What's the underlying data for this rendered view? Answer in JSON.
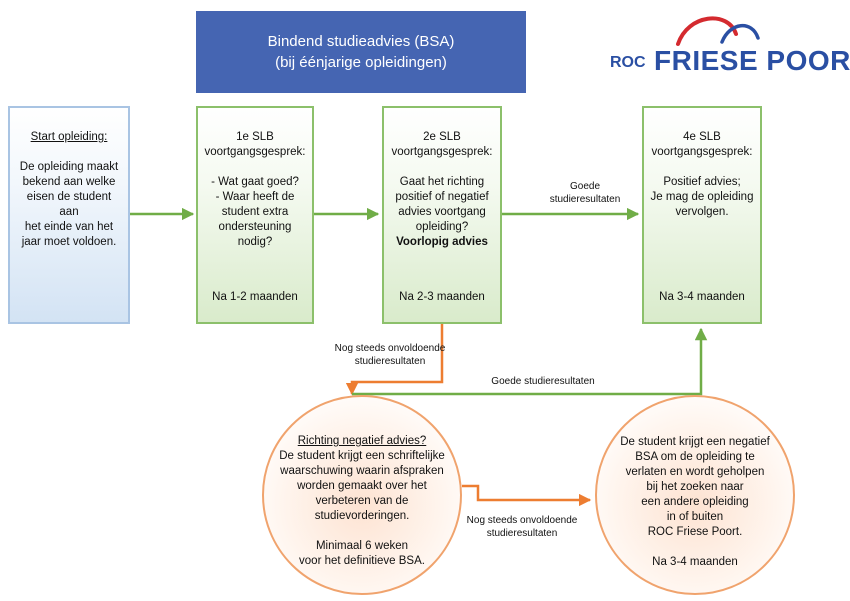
{
  "title": {
    "line1": "Bindend studieadvies (BSA)",
    "line2": "(bij éénjarige opleidingen)"
  },
  "logo": {
    "prefix": "ROC",
    "name": "FRIESE POORT"
  },
  "colors": {
    "title_bg": "#4565b2",
    "logo_blue": "#2a4fa3",
    "logo_red": "#d42a2f",
    "green_arrow": "#70ad47",
    "orange_arrow": "#ed7d31",
    "box_border_green": "#8cc06b",
    "box_border_blue": "#a9c4e3",
    "circle_border": "#f0a36d"
  },
  "boxes": {
    "start": {
      "heading": "Start opleiding:",
      "lines": [
        "De opleiding maakt",
        "bekend aan welke",
        "eisen de student aan",
        "het einde van het",
        "jaar moet voldoen."
      ]
    },
    "slb1": {
      "heading_lines": [
        "1e SLB",
        "voortgangsgesprek:"
      ],
      "lines": [
        "- Wat gaat goed?",
        "- Waar heeft de",
        "student extra",
        "ondersteuning",
        "nodig?"
      ],
      "footer": "Na 1-2 maanden"
    },
    "slb2": {
      "heading_lines": [
        "2e SLB",
        "voortgangsgesprek:"
      ],
      "lines": [
        "Gaat het richting",
        "positief of negatief",
        "advies voortgang",
        "opleiding?"
      ],
      "bold": "Voorlopig advies",
      "footer": "Na 2-3 maanden"
    },
    "slb4": {
      "heading_lines": [
        "4e SLB",
        "voortgangsgesprek:"
      ],
      "lines": [
        "Positief advies;",
        "Je mag de opleiding",
        "vervolgen."
      ],
      "footer": "Na 3-4 maanden"
    }
  },
  "circles": {
    "warning": {
      "heading": "Richting negatief advies?",
      "lines": [
        "De student krijgt een schriftelijke",
        "waarschuwing waarin afspraken",
        "worden gemaakt over het",
        "verbeteren van de",
        "studievorderingen."
      ],
      "footer_lines": [
        "Minimaal 6 weken",
        "voor het definitieve BSA."
      ]
    },
    "negative": {
      "lines": [
        "De student krijgt een negatief",
        "BSA om de opleiding te",
        "verlaten en wordt geholpen",
        "bij het zoeken naar",
        "een andere opleiding",
        "in of buiten",
        "ROC Friese Poort."
      ],
      "footer": "Na 3-4 maanden"
    }
  },
  "arrow_labels": {
    "goede_top": [
      "Goede",
      "studieresultaten"
    ],
    "onvoldoende_top": [
      "Nog steeds onvoldoende",
      "studieresultaten"
    ],
    "goede_bottom": "Goede studieresultaten",
    "onvoldoende_bottom": [
      "Nog steeds onvoldoende",
      "studieresultaten"
    ]
  }
}
